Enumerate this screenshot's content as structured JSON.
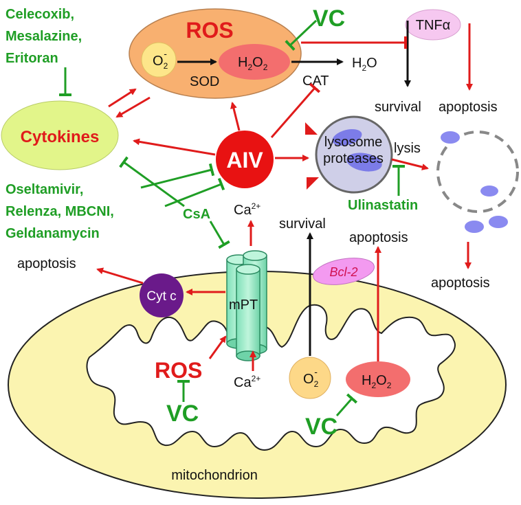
{
  "labels": {
    "ros_top": "ROS",
    "ros_bottom": "ROS",
    "vc_top": "VC",
    "vc_bottom_left": "VC",
    "vc_bottom_right": "VC",
    "o2": "O",
    "o2_sub": "2",
    "o2_sup": "-",
    "h2o2_h": "H",
    "h2o2_2a": "2",
    "h2o2_o": "O",
    "h2o2_2b": "2",
    "h2o_h": "H",
    "h2o_2": "2",
    "h2o_o": "O",
    "sod": "SOD",
    "cat": "CAT",
    "tnfa": "TNFα",
    "survival_top": "survival",
    "apoptosis_top": "apoptosis",
    "cytokines": "Cytokines",
    "aiv": "AIV",
    "lysosome_line1": "lysosome",
    "lysosome_line2": "proteases",
    "lysis": "lysis",
    "ulinastatin": "Ulinastatin",
    "apoptosis_lysis": "apoptosis",
    "apoptosis_bcl2": "apoptosis",
    "survival_mid": "survival",
    "bcl2": "Bcl-2",
    "ca_top": "Ca",
    "ca_top_sup": "2+",
    "ca_bottom": "Ca",
    "ca_bottom_sup": "2+",
    "csa": "CsA",
    "mpt": "mPT",
    "cytc": "Cyt c",
    "apoptosis_left": "apoptosis",
    "mitochondrion": "mitochondrion",
    "drugs_top": [
      "Celecoxib,",
      "Mesalazine,",
      "Eritoran"
    ],
    "drugs_mid": [
      "Oseltamivir,",
      "Relenza, MBCNI,",
      "Geldanamycin"
    ]
  }
}
